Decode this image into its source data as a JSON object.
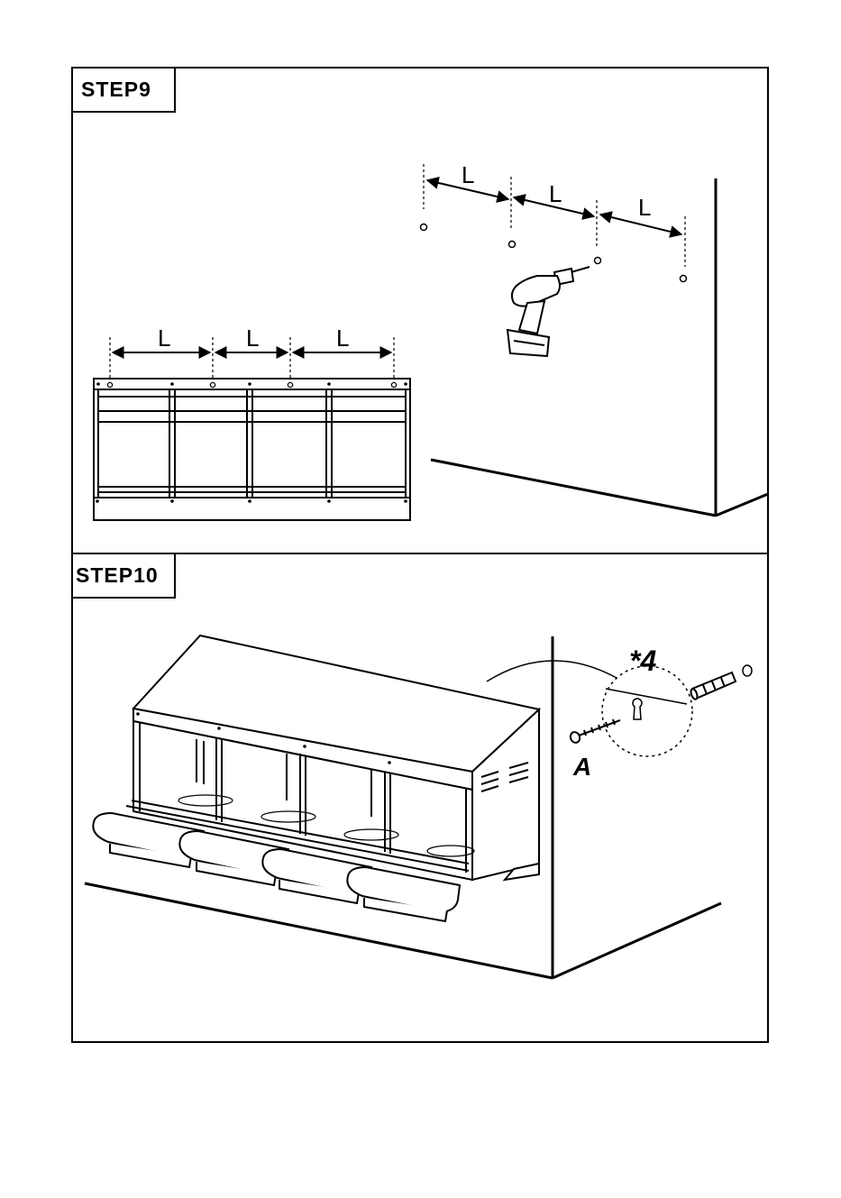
{
  "steps": [
    {
      "label": "STEP9",
      "dimension_label": "L"
    },
    {
      "label": "STEP10",
      "quantity_label": "*4",
      "part_label": "A"
    }
  ],
  "icons": [
    "drill-icon",
    "wall-anchor-icon",
    "screw-icon",
    "keyhole-icon",
    "washer-icon"
  ]
}
